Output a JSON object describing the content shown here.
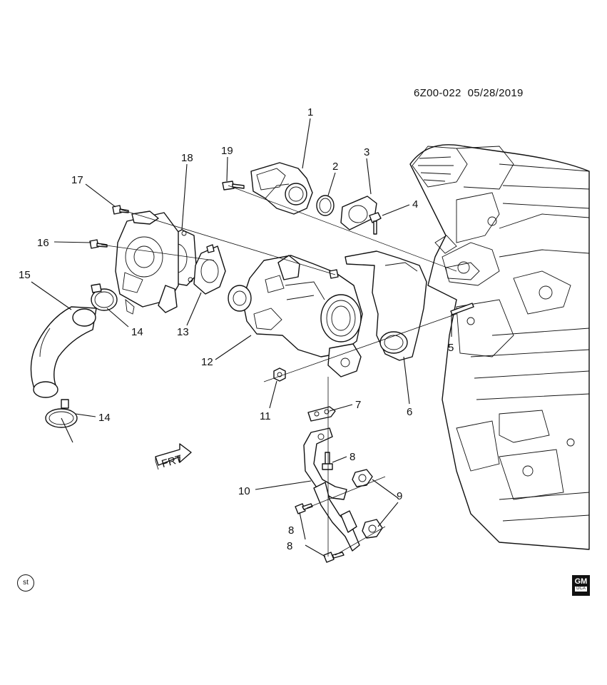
{
  "diagram_code": "6Z00-022",
  "diagram_date": "05/28/2019",
  "callouts": [
    "1",
    "2",
    "3",
    "4",
    "5",
    "6",
    "7",
    "8",
    "8",
    "8",
    "9",
    "10",
    "11",
    "12",
    "13",
    "14",
    "14",
    "15",
    "16",
    "17",
    "18",
    "19"
  ],
  "front_label": "FRT",
  "st_badge": "st",
  "logo": {
    "brand": "GM",
    "sub": "DCA"
  }
}
